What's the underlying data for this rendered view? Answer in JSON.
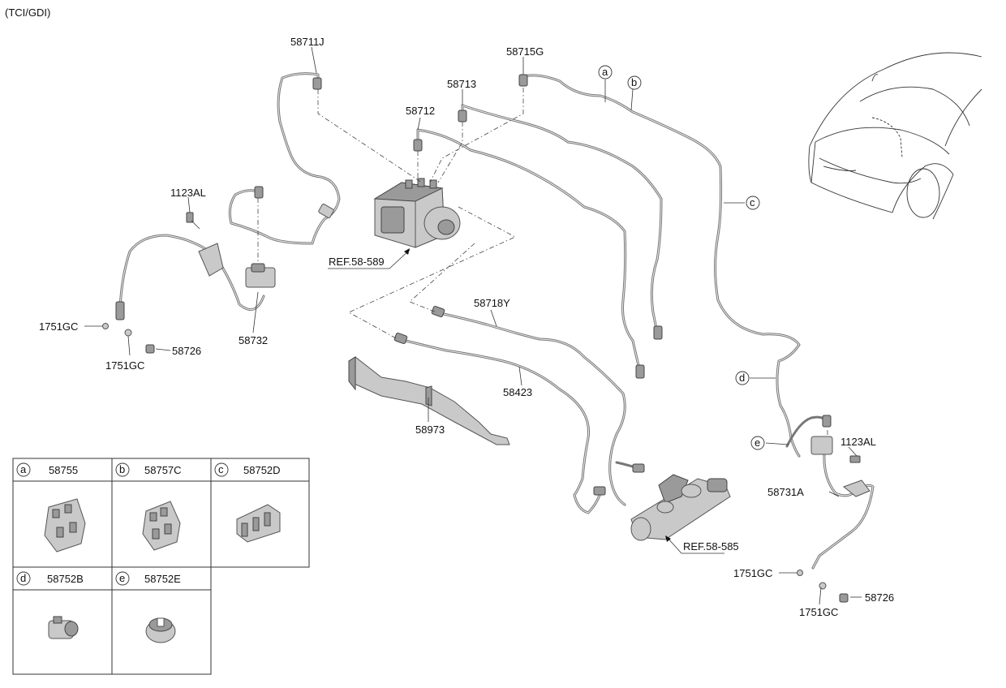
{
  "header": {
    "variant": "(TCI/GDI)"
  },
  "callouts": {
    "p58711J": "58711J",
    "p58715G": "58715G",
    "p58713": "58713",
    "p58712": "58712",
    "p1123AL_left": "1123AL",
    "p1751GC_left_top": "1751GC",
    "p1751GC_left_bot": "1751GC",
    "p58726_left": "58726",
    "p58732": "58732",
    "ref_58589": "REF.58-589",
    "p58718Y": "58718Y",
    "p58423": "58423",
    "p58973": "58973",
    "p1123AL_right": "1123AL",
    "p58731A": "58731A",
    "ref_58585": "REF.58-585",
    "p1751GC_right_top": "1751GC",
    "p1751GC_right_bot": "1751GC",
    "p58726_right": "58726"
  },
  "clip_markers": {
    "a": "a",
    "b": "b",
    "c": "c",
    "d": "d",
    "e": "e"
  },
  "legend": {
    "row1": [
      {
        "letter": "a",
        "part": "58755"
      },
      {
        "letter": "b",
        "part": "58757C"
      },
      {
        "letter": "c",
        "part": "58752D"
      }
    ],
    "row2": [
      {
        "letter": "d",
        "part": "58752B"
      },
      {
        "letter": "e",
        "part": "58752E"
      }
    ]
  },
  "icons": {
    "hydraulic_unit": "abs-modulator-icon",
    "master_cylinder": "master-cylinder-icon",
    "vehicle": "vehicle-front-icon",
    "bracket": "bracket-icon",
    "hose": "brake-hose-icon"
  }
}
